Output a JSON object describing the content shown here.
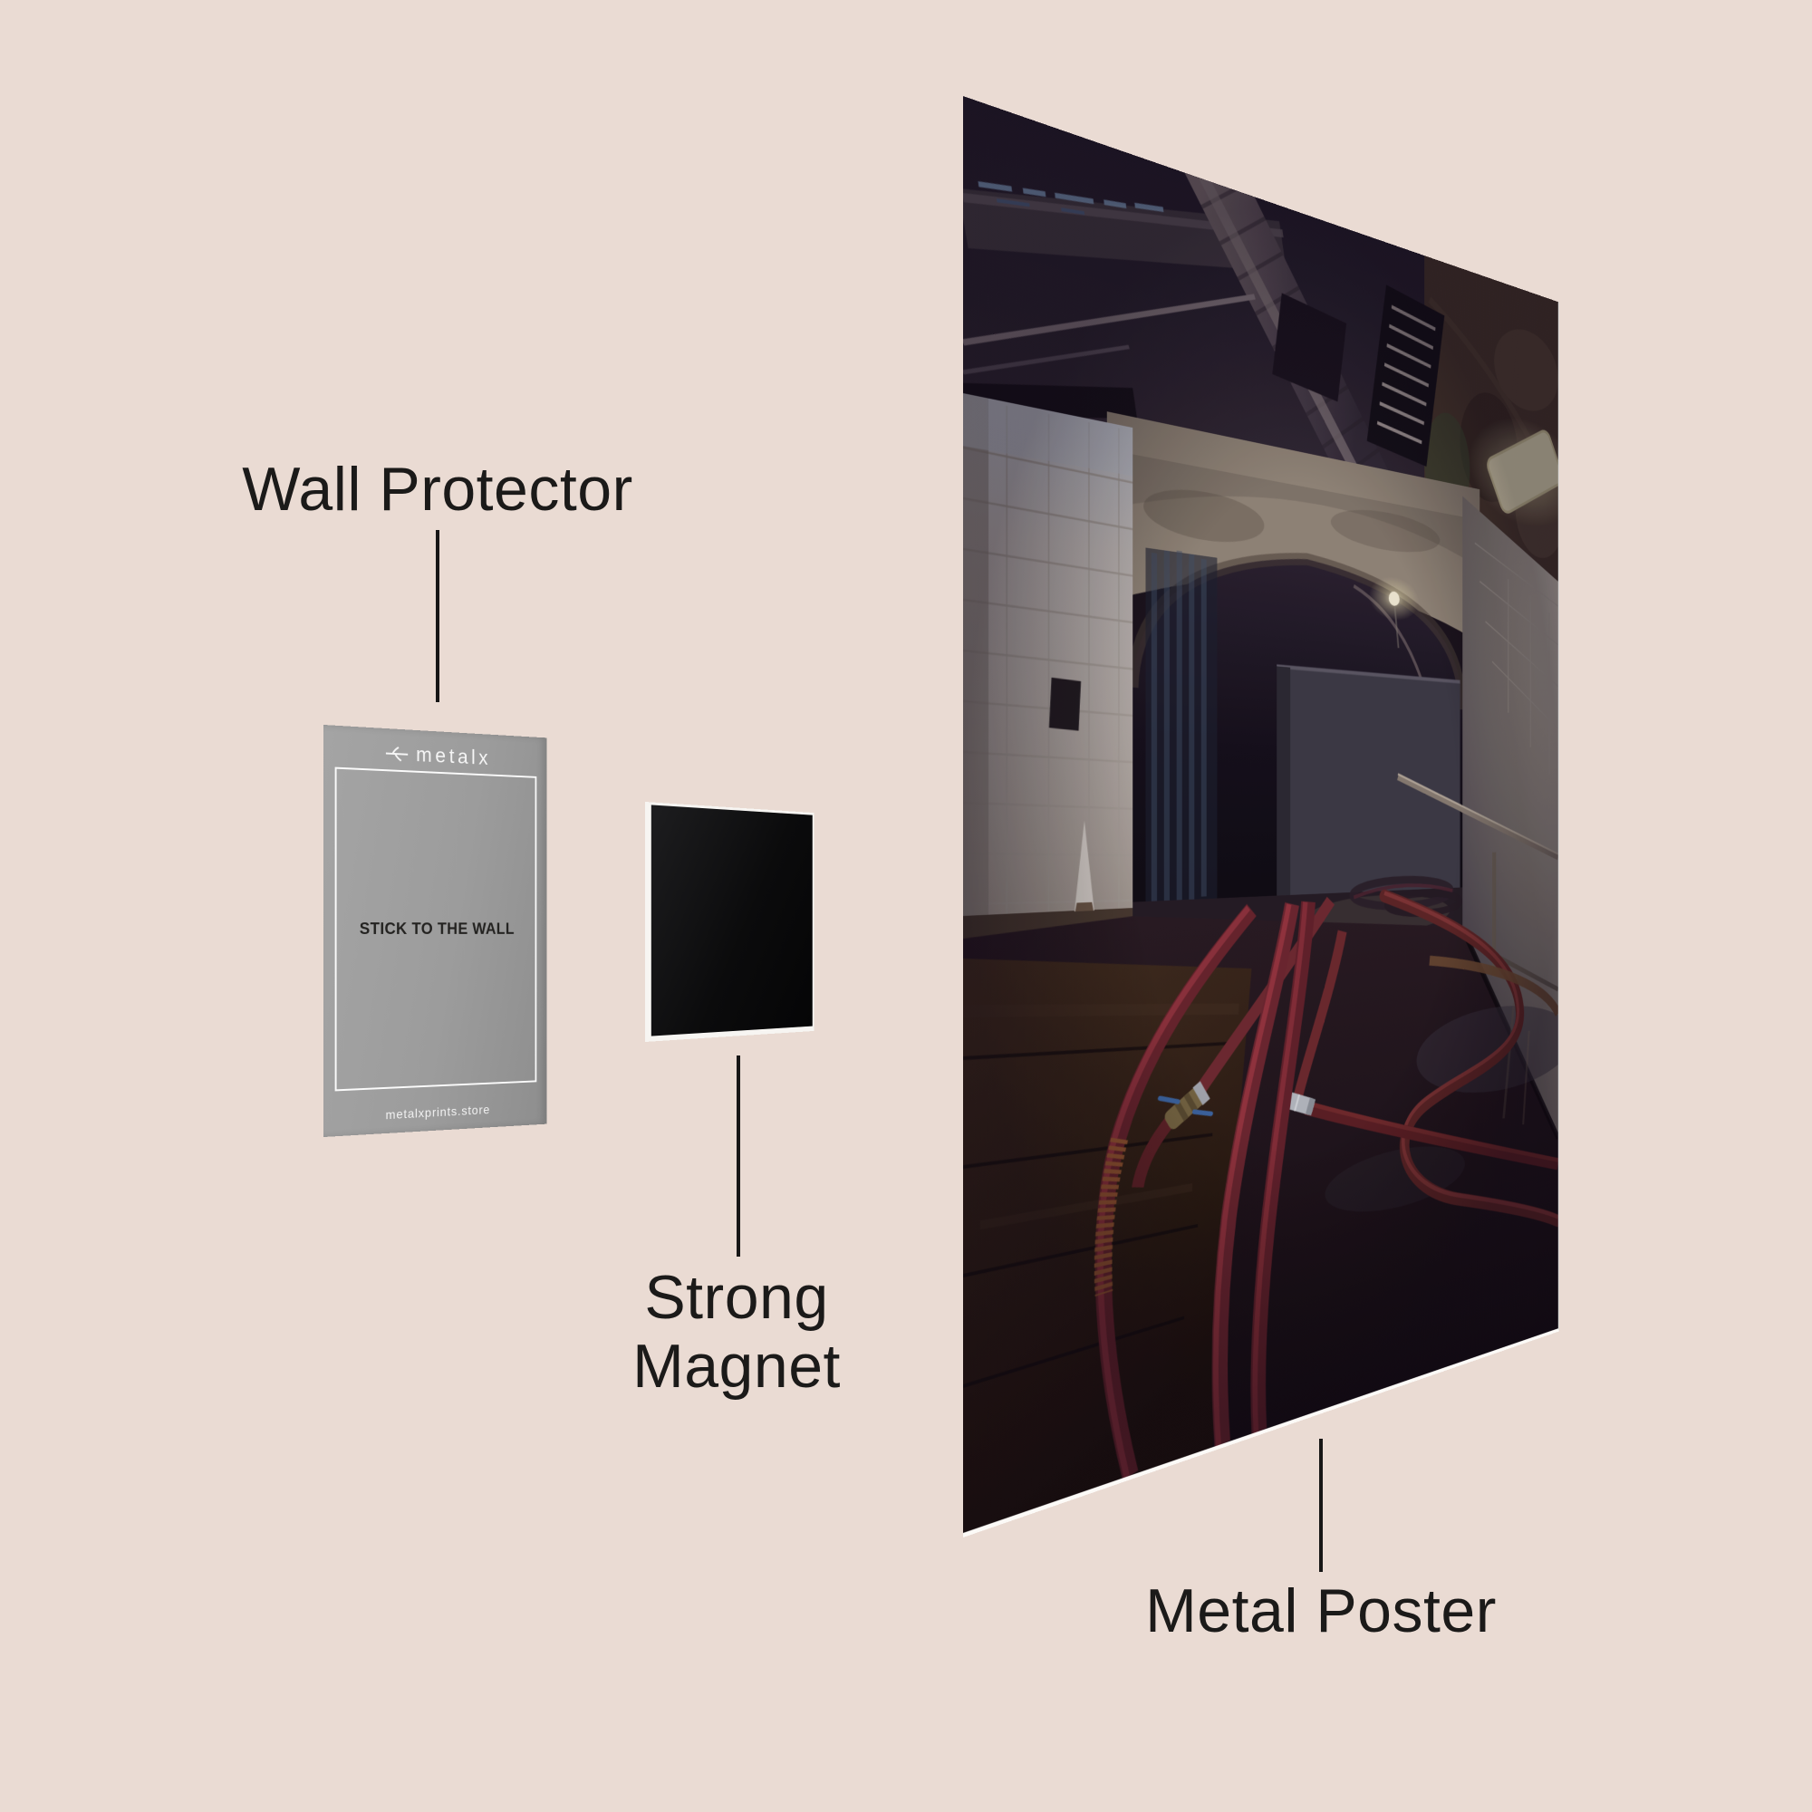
{
  "page": {
    "background": "#EADBD3",
    "text_color": "#1B1A19",
    "leader_line_color": "#171616"
  },
  "labels": {
    "wall_protector": "Wall Protector",
    "strong_line1": "Strong",
    "strong_line2": "Magnet",
    "metal_poster": "Metal Poster"
  },
  "card": {
    "brand": "metalx",
    "message": "STICK TO THE WALL",
    "website": "metalxprints.store",
    "color": "#9C9C9C",
    "frame_color": "#FBFBFB"
  },
  "magnet": {
    "color": "#0B0B0C",
    "backing_color": "#F7F5F2"
  },
  "poster": {
    "alt": "Dark underground tunnel corridor with ceiling pipes, white tiled walls, a glowing wall light and red fire hoses snaking over a wet floor"
  }
}
